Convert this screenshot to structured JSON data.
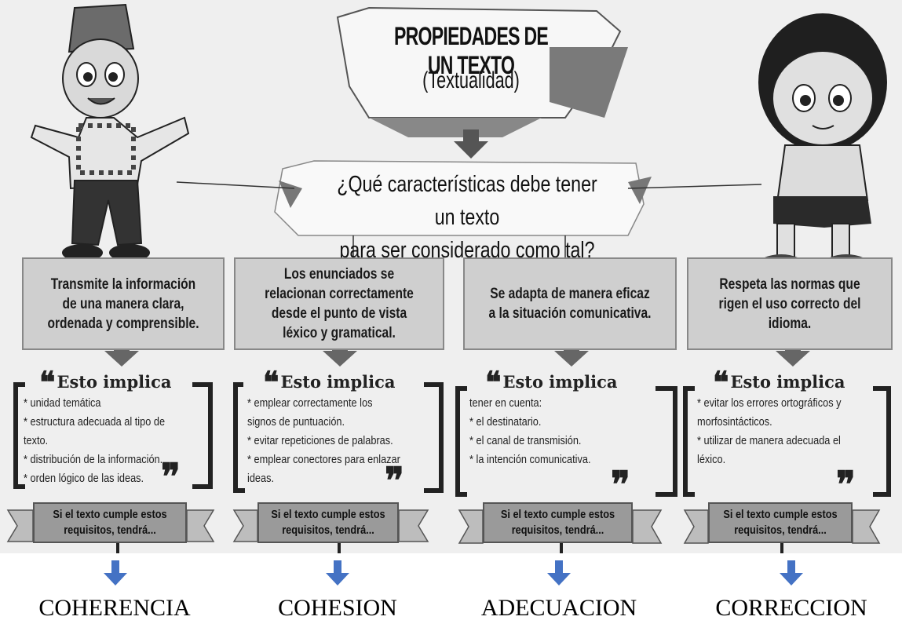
{
  "header": {
    "title": "PROPIEDADES DE UN TEXTO",
    "subtitle": "(Textualidad)",
    "question_line1": "¿Qué características debe tener un texto",
    "question_line2": "para ser considerado como tal?"
  },
  "columns": [
    {
      "description": "Transmite la información de una manera clara, ordenada y comprensible.",
      "implica_title": "Esto implica",
      "items": [
        "* unidad temática",
        "* estructura adecuada al tipo de texto.",
        "* distribución de la información.",
        "* orden lógico de las ideas."
      ],
      "ribbon": "Si el texto cumple estos requisitos, tendrá...",
      "result": "COHERENCIA"
    },
    {
      "description": "Los enunciados se relacionan correctamente desde el punto de vista léxico y gramatical.",
      "implica_title": "Esto implica",
      "items": [
        "* emplear correctamente los signos de puntuación.",
        "* evitar repeticiones de palabras.",
        "* emplear conectores para enlazar ideas."
      ],
      "ribbon": "Si el texto cumple estos requisitos, tendrá...",
      "result": "COHESION"
    },
    {
      "description": "Se adapta de manera eficaz a la situación comunicativa.",
      "implica_title": "Esto implica",
      "items": [
        "tener en cuenta:",
        "* el destinatario.",
        "* el canal de transmisión.",
        "* la intención comunicativa."
      ],
      "ribbon": "Si el texto cumple estos requisitos, tendrá...",
      "result": "ADECUACION"
    },
    {
      "description": "Respeta las normas que rigen el uso correcto del idioma.",
      "implica_title": "Esto implica",
      "items": [
        "* evitar los errores ortográficos y morfosintácticos.",
        "* utilizar de manera adecuada el léxico."
      ],
      "ribbon": "Si el texto cumple estos requisitos, tendrá...",
      "result": "CORRECCION"
    }
  ],
  "colors": {
    "arrow_blue": "#4472c4",
    "scan_background": "#efefef",
    "box_gray": "#cfcfcf",
    "ribbon_gray": "#9a9a9a"
  }
}
